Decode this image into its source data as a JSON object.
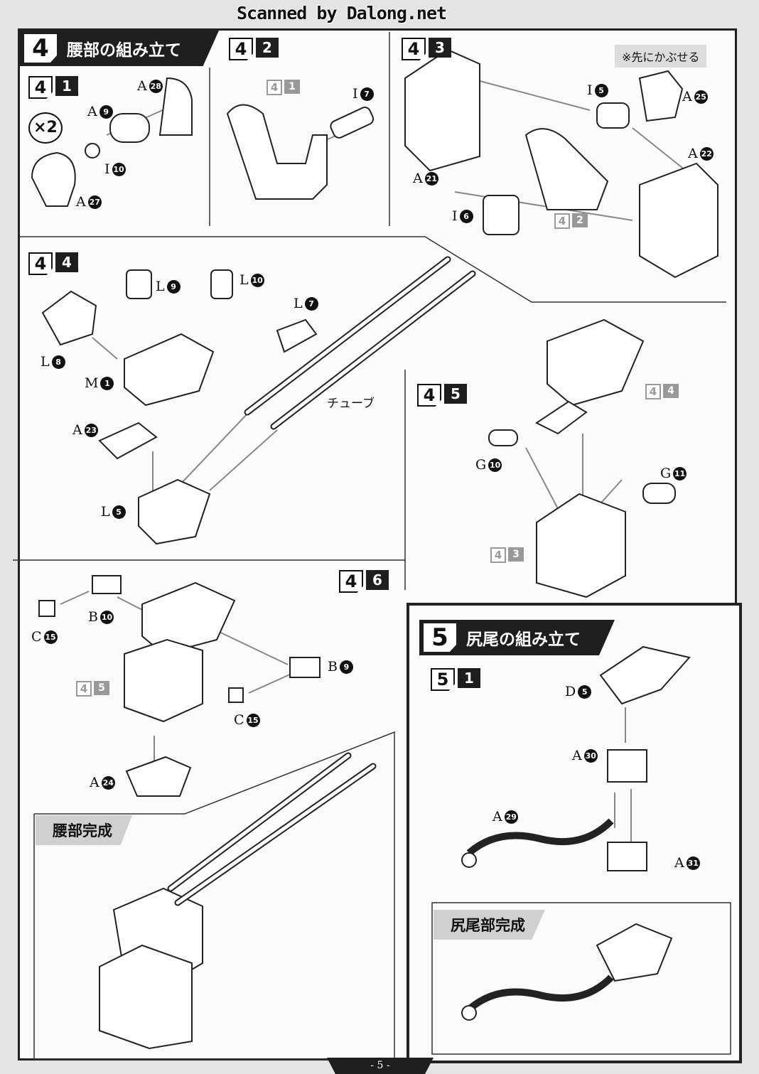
{
  "watermark": "Scanned by Dalong.net",
  "section4": {
    "num": "4",
    "title": "腰部の組み立て"
  },
  "section5": {
    "num": "5",
    "title": "尻尾の組み立て"
  },
  "step4_1": {
    "a": "4",
    "b": "1",
    "multiplier": "×2",
    "parts": [
      {
        "l": "A",
        "n": "28"
      },
      {
        "l": "A",
        "n": "9"
      },
      {
        "l": "I",
        "n": "10"
      },
      {
        "l": "A",
        "n": "27"
      }
    ]
  },
  "step4_2": {
    "a": "4",
    "b": "2",
    "ref": {
      "a": "4",
      "b": "1"
    },
    "parts": [
      {
        "l": "I",
        "n": "7"
      }
    ]
  },
  "step4_3": {
    "a": "4",
    "b": "3",
    "note": "※先にかぶせる",
    "ref": {
      "a": "4",
      "b": "2"
    },
    "parts": [
      {
        "l": "I",
        "n": "5"
      },
      {
        "l": "A",
        "n": "25"
      },
      {
        "l": "A",
        "n": "22"
      },
      {
        "l": "A",
        "n": "21"
      },
      {
        "l": "I",
        "n": "6"
      }
    ]
  },
  "step4_4": {
    "a": "4",
    "b": "4",
    "tube_label": "チューブ",
    "parts": [
      {
        "l": "L",
        "n": "9"
      },
      {
        "l": "L",
        "n": "10"
      },
      {
        "l": "L",
        "n": "7"
      },
      {
        "l": "L",
        "n": "8"
      },
      {
        "l": "M",
        "n": "1"
      },
      {
        "l": "A",
        "n": "23"
      },
      {
        "l": "L",
        "n": "5"
      }
    ]
  },
  "step4_5": {
    "a": "4",
    "b": "5",
    "ref1": {
      "a": "4",
      "b": "4"
    },
    "ref2": {
      "a": "4",
      "b": "3"
    },
    "parts": [
      {
        "l": "G",
        "n": "10"
      },
      {
        "l": "G",
        "n": "11"
      }
    ]
  },
  "step4_6": {
    "a": "4",
    "b": "6",
    "ref": {
      "a": "4",
      "b": "5"
    },
    "parts": [
      {
        "l": "B",
        "n": "10"
      },
      {
        "l": "C",
        "n": "15"
      },
      {
        "l": "B",
        "n": "9"
      },
      {
        "l": "C",
        "n": "15"
      },
      {
        "l": "A",
        "n": "24"
      }
    ]
  },
  "waist_complete": "腰部完成",
  "step5_1": {
    "a": "5",
    "b": "1",
    "parts": [
      {
        "l": "D",
        "n": "5"
      },
      {
        "l": "A",
        "n": "30"
      },
      {
        "l": "A",
        "n": "29"
      },
      {
        "l": "A",
        "n": "31"
      }
    ]
  },
  "tail_complete": "尻尾部完成",
  "page_number": "- 5 -"
}
